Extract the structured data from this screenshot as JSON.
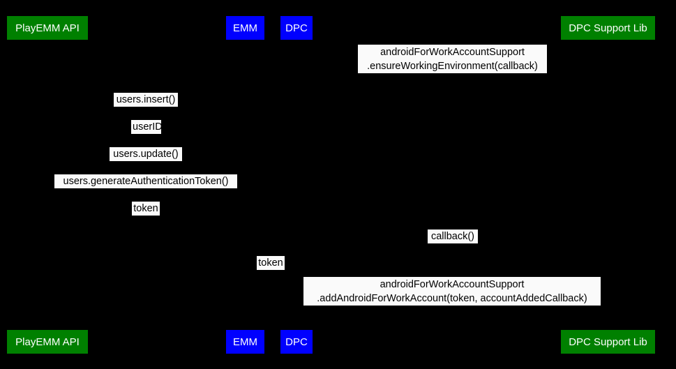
{
  "diagram": {
    "title": "Android for Work account setup sequence diagram",
    "background_color": "#000000",
    "participant_green_color": "#008000",
    "participant_blue_color": "#0000ff",
    "label_background_color": "#fafafa",
    "label_text_color": "#000000",
    "participant_text_color": "#ffffff"
  },
  "participants": [
    {
      "id": "playemm-api",
      "label": "PlayEMM API",
      "color": "green"
    },
    {
      "id": "emm",
      "label": "EMM",
      "color": "blue"
    },
    {
      "id": "dpc",
      "label": "DPC",
      "color": "blue"
    },
    {
      "id": "dpc-support-lib",
      "label": "DPC Support Lib",
      "color": "green"
    }
  ],
  "participants_bottom": [
    {
      "id": "playemm-api",
      "label": "PlayEMM API",
      "color": "green"
    },
    {
      "id": "emm",
      "label": "EMM",
      "color": "blue"
    },
    {
      "id": "dpc",
      "label": "DPC",
      "color": "blue"
    },
    {
      "id": "dpc-support-lib",
      "label": "DPC Support Lib",
      "color": "green"
    }
  ],
  "messages": [
    {
      "id": "ensure-working-environment",
      "line1": "androidForWorkAccountSupport",
      "line2": ".ensureWorkingEnvironment(callback)",
      "from": "dpc",
      "to": "dpc-support-lib"
    },
    {
      "id": "users-insert",
      "text": "users.insert()",
      "from": "emm",
      "to": "playemm-api"
    },
    {
      "id": "user-id",
      "text": "userID",
      "from": "playemm-api",
      "to": "emm"
    },
    {
      "id": "users-update",
      "text": "users.update()",
      "from": "emm",
      "to": "playemm-api"
    },
    {
      "id": "users-generate-authentication-token",
      "text": "users.generateAuthenticationToken()",
      "from": "emm",
      "to": "playemm-api"
    },
    {
      "id": "token-to-emm",
      "text": "token",
      "from": "playemm-api",
      "to": "emm"
    },
    {
      "id": "callback",
      "text": "callback()",
      "from": "dpc-support-lib",
      "to": "dpc"
    },
    {
      "id": "token-to-dpc",
      "text": "token",
      "from": "emm",
      "to": "dpc"
    },
    {
      "id": "add-android-for-work-account",
      "line1": "androidForWorkAccountSupport",
      "line2": ".addAndroidForWorkAccount(token, accountAddedCallback)",
      "from": "dpc",
      "to": "dpc-support-lib"
    }
  ]
}
